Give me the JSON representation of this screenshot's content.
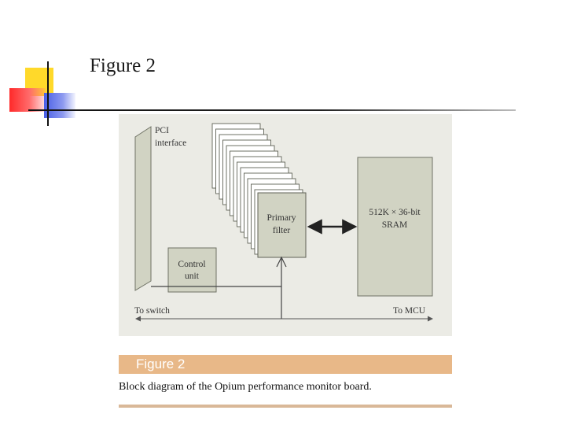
{
  "slide": {
    "title": "Figure 2"
  },
  "diagram": {
    "pci_label_1": "PCI",
    "pci_label_2": "interface",
    "control_label_1": "Control",
    "control_label_2": "unit",
    "filter_label_1": "Primary",
    "filter_label_2": "filter",
    "sram_label_1": "512K × 36-bit",
    "sram_label_2": "SRAM",
    "to_switch": "To switch",
    "to_mcu": "To MCU"
  },
  "caption": {
    "heading": "Figure 2",
    "text": "Block diagram of the Opium performance monitor board."
  },
  "colors": {
    "panel": "#ebebe5",
    "block_fill": "#d1d3c3",
    "caption_bar": "#e8b888"
  }
}
